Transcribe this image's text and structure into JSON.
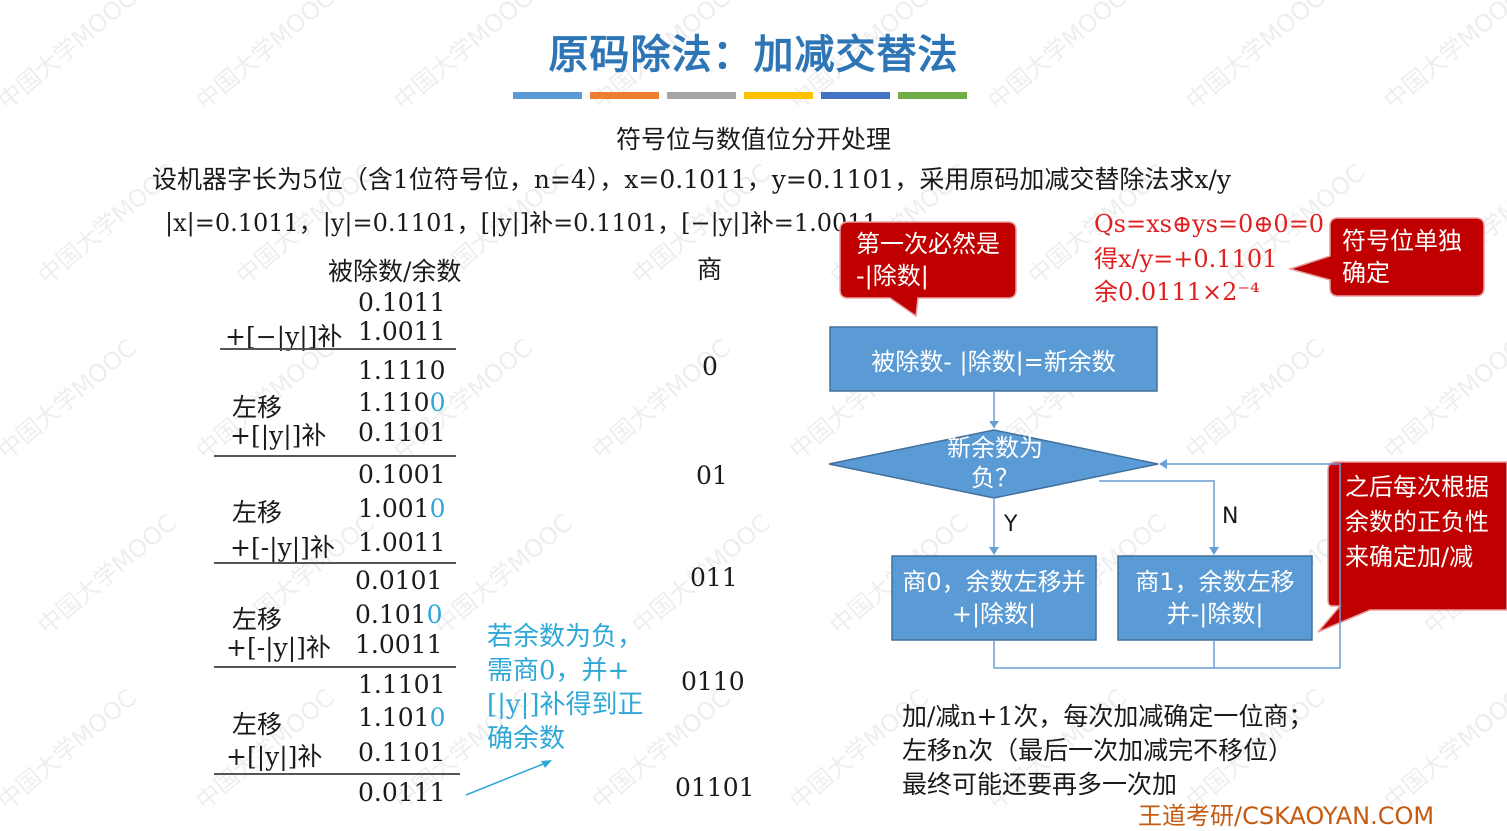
{
  "title": "原码除法：加减交替法",
  "color_bars": [
    "#5b9bd5",
    "#ed7d31",
    "#a5a5a5",
    "#ffc000",
    "#4472c4",
    "#70ad47"
  ],
  "subtitle": "符号位与数值位分开处理",
  "problem": "设机器字长为5位（含1位符号位，n=4），x=0.1011，y=0.1101，采用原码加减交替除法求x/y",
  "given": "|x|=0.1011，|y|=0.1101，[|y|]补=0.1101，[−|y|]补=1.0011",
  "table": {
    "header_dividend": "被除数/余数",
    "header_quotient": "商",
    "rows": [
      {
        "label": "",
        "value": "0.1011"
      },
      {
        "label": "+[−|y|]补",
        "value": "1.0011"
      },
      {
        "label": "",
        "value": "1.1110"
      },
      {
        "label": "左移",
        "value_main": "1.110",
        "value_hl": "0"
      },
      {
        "label": "+[|y|]补",
        "value": "0.1101"
      },
      {
        "label": "",
        "value": "0.1001"
      },
      {
        "label": "左移",
        "value_main": "1.001",
        "value_hl": "0"
      },
      {
        "label": "+[-|y|]补",
        "value": "1.0011"
      },
      {
        "label": "",
        "value": "0.0101"
      },
      {
        "label": "左移",
        "value_main": "0.101",
        "value_hl": "0"
      },
      {
        "label": "+[-|y|]补",
        "value": "1.0011"
      },
      {
        "label": "",
        "value": "1.1101"
      },
      {
        "label": "左移",
        "value_main": "1.101",
        "value_hl": "0"
      },
      {
        "label": "+[|y|]补",
        "value": "0.1101"
      },
      {
        "label": "",
        "value": "0.0111"
      }
    ],
    "quotients": [
      "0",
      "01",
      "011",
      "0110",
      "01101"
    ]
  },
  "note": "若余数为负，需商0，并+[|y|]补得到正确余数",
  "callout_first": "第一次必然是 -|除数|",
  "result": {
    "line1": "Qs=xs⊕ys=0⊕0=0",
    "line2": "得x/y=+0.1101",
    "line3": "余0.0111×2⁻⁴"
  },
  "callout_sign": "符号位单独确定",
  "callout_after": "之后每次根据余数的正负性来确定加/减",
  "flowchart": {
    "start": "被除数- |除数|=新余数",
    "decision": "新余数为负？",
    "yes_label": "Y",
    "no_label": "N",
    "yes_box": "商0，余数左移并+|除数|",
    "no_box": "商1，余数左移并-|除数|"
  },
  "summary": [
    "加/减n+1次，每次加减确定一位商；",
    "左移n次（最后一次加减完不移位）",
    "最终可能还要再多一次加"
  ],
  "brand": "王道考研/CSKAOYAN.COM",
  "watermark": "中国大学MOOC"
}
